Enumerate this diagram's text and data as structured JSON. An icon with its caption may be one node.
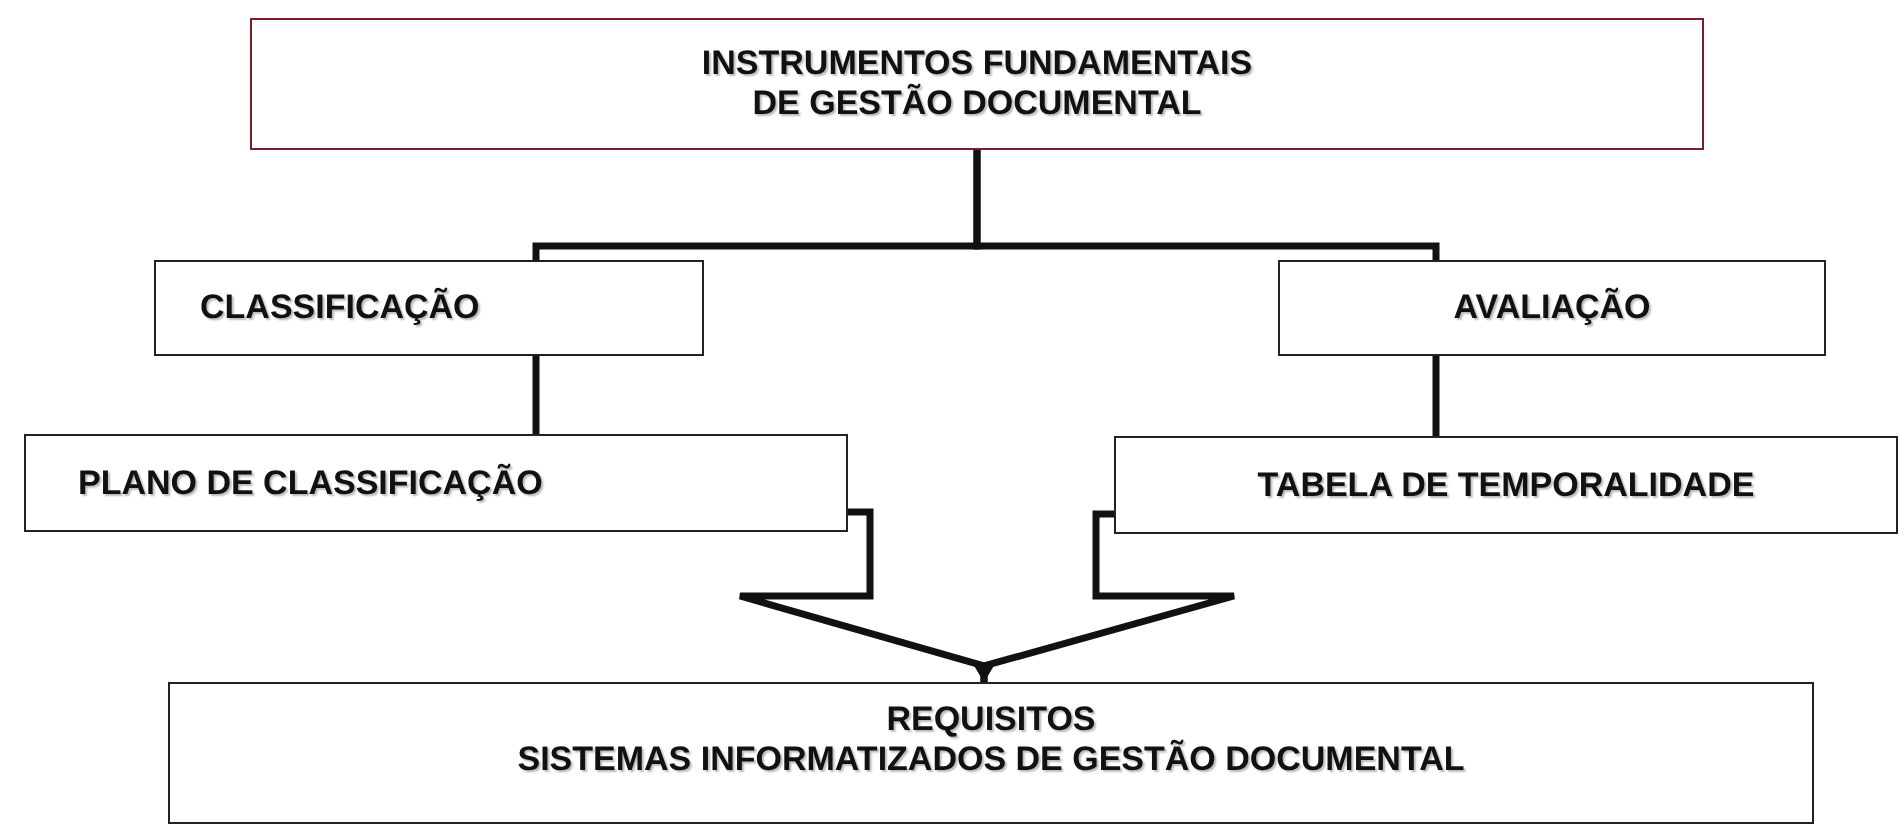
{
  "diagram": {
    "nodes": [
      {
        "text": [
          "INSTRUMENTOS FUNDAMENTAIS DE GESTÃO DOCUMENTAL"
        ]
      },
      {
        "text": [
          "CLASSIFICAÇÃO"
        ]
      },
      {
        "text": [
          "AVALIAÇÃO"
        ]
      },
      {
        "text": [
          "PLANO DE CLASSIFICAÇÃO"
        ]
      },
      {
        "text": [
          "TABELA DE TEMPORALIDADE"
        ]
      },
      {
        "text": [
          "REQUISITOS",
          "SISTEMAS INFORMATIZADOS DE GESTÃO DOCUMENTAL"
        ]
      }
    ],
    "edges": [
      {
        "from": 0,
        "to": 1,
        "arrow": "none"
      },
      {
        "from": 0,
        "to": 2,
        "arrow": "none"
      },
      {
        "from": 1,
        "to": 3,
        "arrow": "none"
      },
      {
        "from": 2,
        "to": 4,
        "arrow": "none"
      },
      {
        "from": 3,
        "to": 5,
        "arrow": "to"
      },
      {
        "from": 4,
        "to": 5,
        "arrow": "to"
      }
    ]
  }
}
